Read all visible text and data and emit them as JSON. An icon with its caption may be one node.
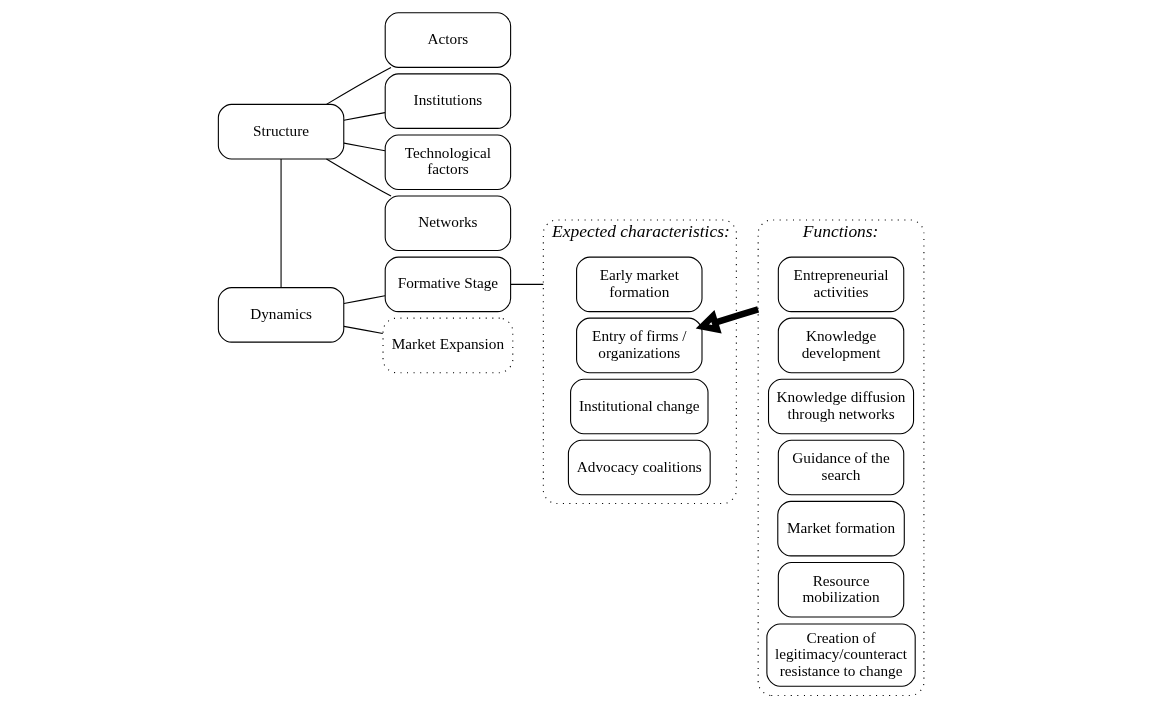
{
  "diagram": {
    "nodes": [
      {
        "text": [
          "Structure"
        ]
      },
      {
        "text": [
          "Dynamics"
        ]
      },
      {
        "text": [
          "Actors"
        ]
      },
      {
        "text": [
          "Institutions"
        ]
      },
      {
        "text": [
          "Technological factors"
        ]
      },
      {
        "text": [
          "Networks"
        ]
      },
      {
        "text": [
          "Formative Stage"
        ]
      },
      {
        "text": [
          "Market Expansion"
        ]
      },
      {
        "text": [
          "Expected characteristics:"
        ]
      },
      {
        "text": [
          "Early market formation"
        ],
        "in": 8
      },
      {
        "text": [
          "Entry of firms / organizations"
        ],
        "in": 8
      },
      {
        "text": [
          "Institutional change"
        ],
        "in": 8
      },
      {
        "text": [
          "Advocacy coalitions"
        ],
        "in": 8
      },
      {
        "text": [
          "Functions:"
        ]
      },
      {
        "text": [
          "Entrepreneurial activities"
        ],
        "in": 13
      },
      {
        "text": [
          "Knowledge development"
        ],
        "in": 13
      },
      {
        "text": [
          "Knowledge diffusion through networks"
        ],
        "in": 13
      },
      {
        "text": [
          "Guidance of the search"
        ],
        "in": 13
      },
      {
        "text": [
          "Market formation"
        ],
        "in": 13
      },
      {
        "text": [
          "Resource mobilization"
        ],
        "in": 13
      },
      {
        "text": [
          "Creation of legitimacy/counteract resistance to change"
        ],
        "in": 13
      }
    ],
    "edges": [
      {
        "from": 0,
        "to": 1,
        "arrow": "none"
      },
      {
        "from": 0,
        "to": 2,
        "arrow": "none"
      },
      {
        "from": 0,
        "to": 3,
        "arrow": "none"
      },
      {
        "from": 0,
        "to": 4,
        "arrow": "none"
      },
      {
        "from": 0,
        "to": 5,
        "arrow": "none"
      },
      {
        "from": 1,
        "to": 6,
        "arrow": "none"
      },
      {
        "from": 1,
        "to": 7,
        "arrow": "none"
      },
      {
        "from": 6,
        "to": 8,
        "arrow": "none"
      },
      {
        "from": 13,
        "to": 10,
        "arrow": "to",
        "style": "thick"
      }
    ]
  }
}
